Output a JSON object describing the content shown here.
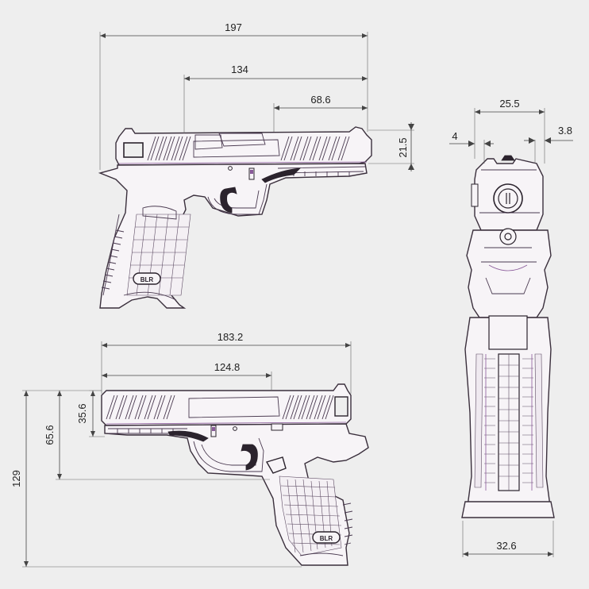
{
  "dimensions": {
    "side_left_overall_length": "197",
    "side_left_slide_length": "134",
    "side_left_front_section": "68.6",
    "side_left_slide_height": "21.5",
    "rear_slide_width": "25.5",
    "rear_left_offset": "4",
    "rear_right_offset": "3.8",
    "rear_grip_width": "32.6",
    "side_right_overall_length": "183.2",
    "side_right_slide_length": "124.8",
    "side_right_slide_height": "35.6",
    "side_right_frame_height": "65.6",
    "side_right_total_height": "129"
  },
  "markings": {
    "grip_logo": "BLR"
  },
  "colors": {
    "background": "#eeeeee",
    "line": "#3a2f3c",
    "accent": "#8a5a9a"
  }
}
